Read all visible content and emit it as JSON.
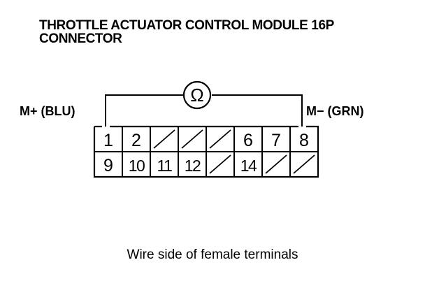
{
  "title_line1": "THROTTLE ACTUATOR CONTROL MODULE 16P",
  "title_line2": "CONNECTOR",
  "meter_symbol": "Ω",
  "meter_icon": "ohmmeter-icon",
  "probe_left": "M+ (BLU)",
  "probe_right": "M− (GRN)",
  "connector": {
    "top_row": [
      "1",
      "2",
      "",
      "",
      "",
      "6",
      "7",
      "8"
    ],
    "bottom_row": [
      "9",
      "10",
      "11",
      "12",
      "",
      "14",
      "",
      ""
    ]
  },
  "caption": "Wire side of female terminals"
}
